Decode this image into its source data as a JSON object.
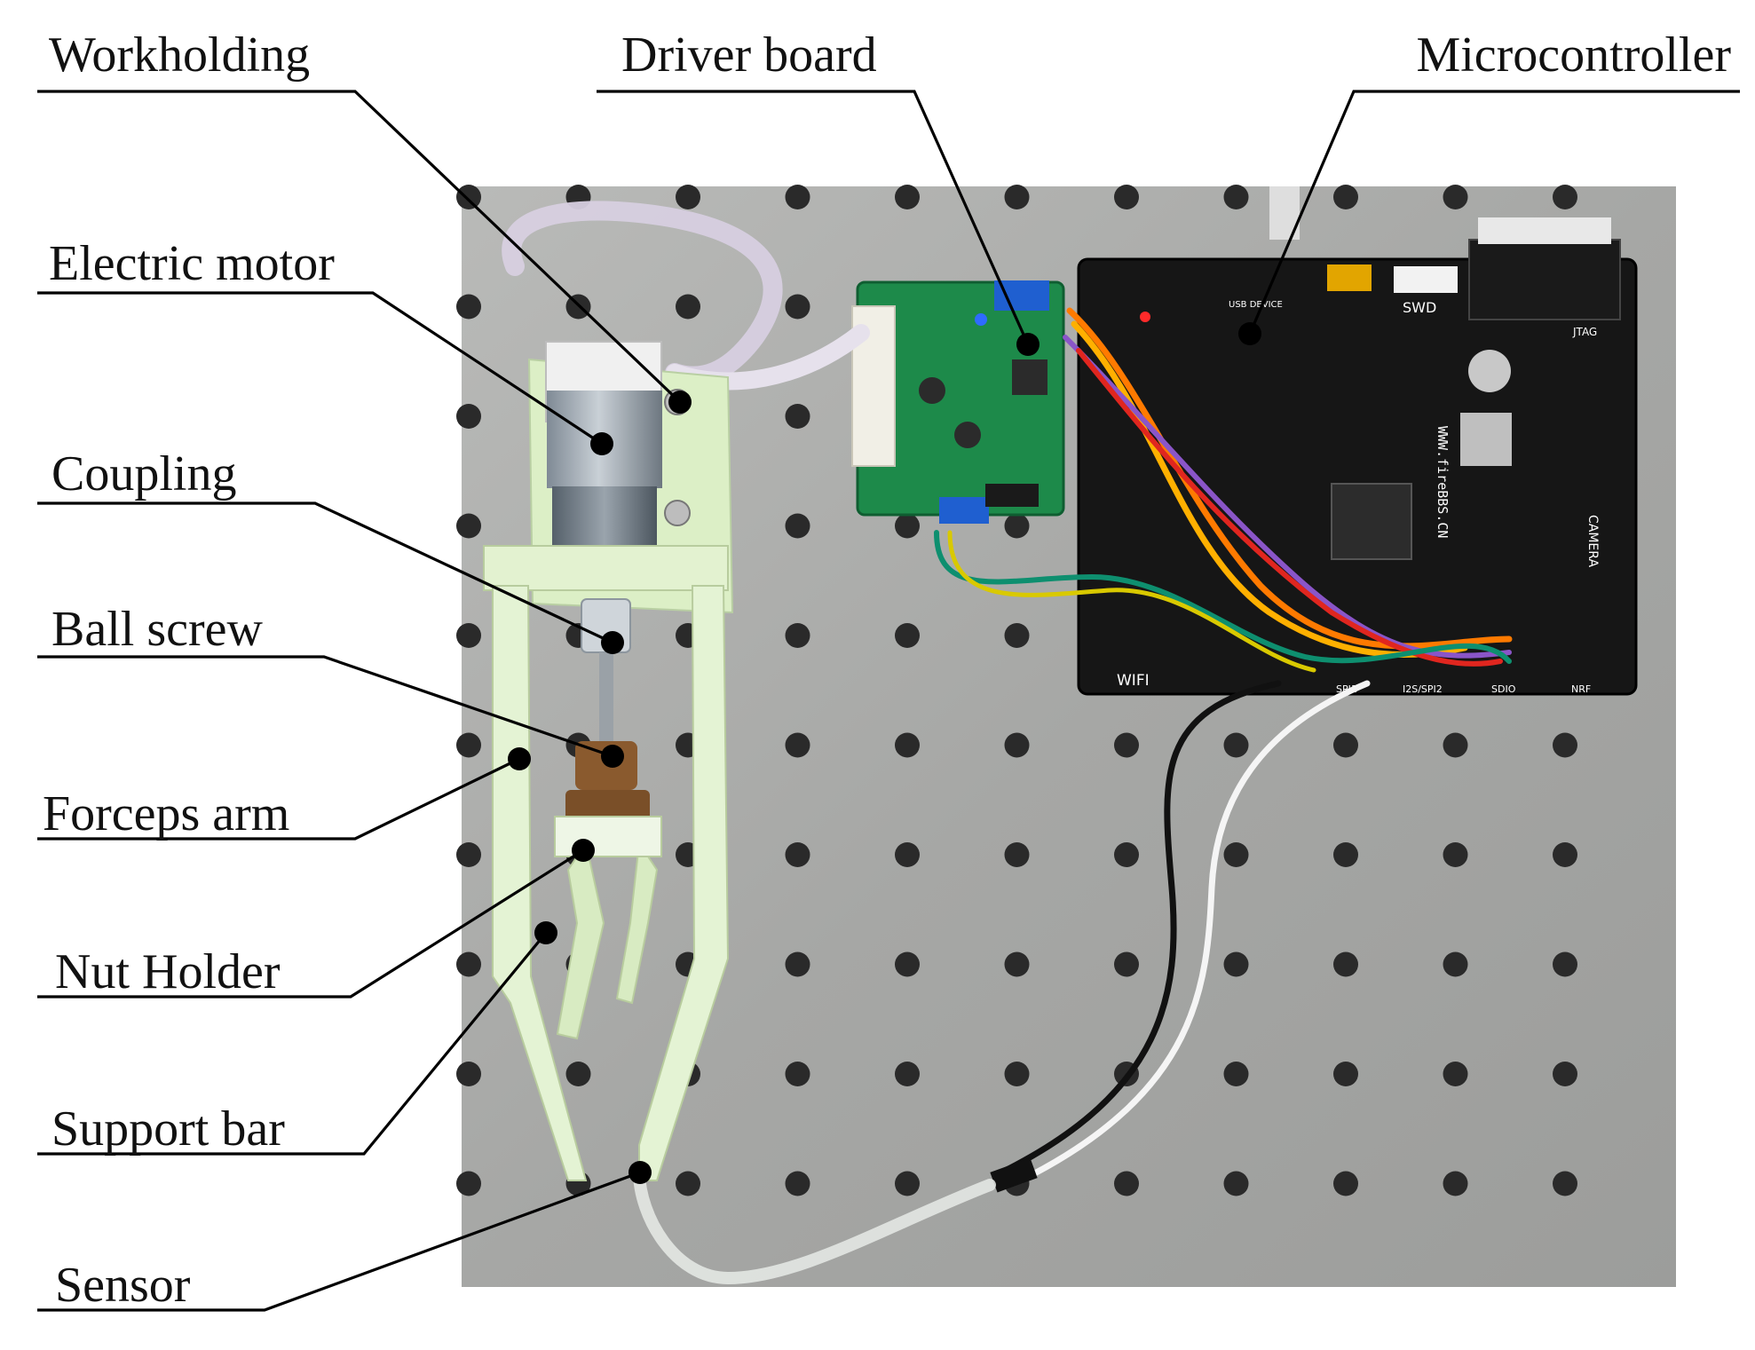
{
  "labels": {
    "workholding": "Workholding",
    "electric_motor": "Electric motor",
    "coupling": "Coupling",
    "ball_screw": "Ball screw",
    "forceps_arm": "Forceps arm",
    "nut_holder": "Nut Holder",
    "support_bar": "Support bar",
    "sensor": "Sensor",
    "driver_board": "Driver board",
    "microcontroller": "Microcontroller"
  },
  "pcb_text": {
    "wifi": "WIFI",
    "swd": "SWD",
    "jtag": "JTAG",
    "camera": "CAMERA",
    "website": "WWW.fireBBS.CN",
    "usb_device": "USB DEVICE",
    "sdio": "SDIO",
    "nrf": "NRF",
    "i2s": "I2S/SPI2",
    "spi1": "SPI1"
  },
  "colors": {
    "plate": "#a9aaa8",
    "driver_pcb": "#1d8a4a",
    "mcu_pcb": "#161616",
    "printed_part": "#dcefc6",
    "leader": "#000000"
  }
}
